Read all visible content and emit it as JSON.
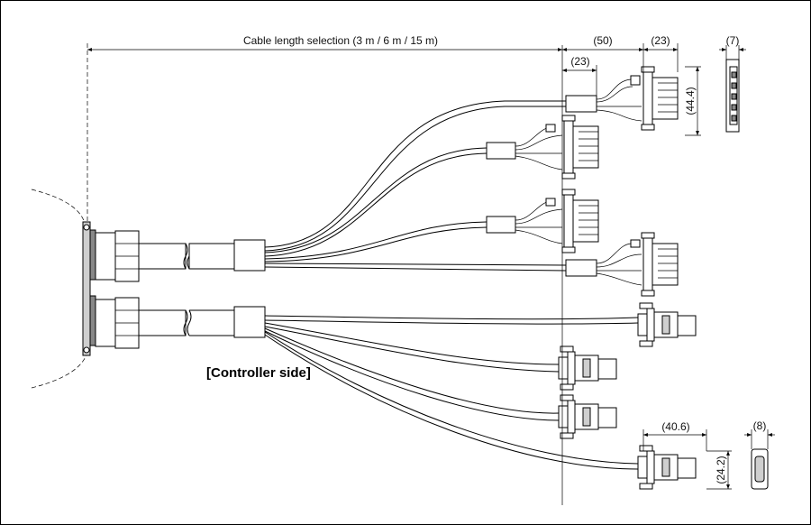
{
  "labels": {
    "cable_length": "Cable length selection (3 m / 6 m / 15 m)",
    "dim_50": "(50)",
    "dim_23_top": "(23)",
    "dim_23_inner": "(23)",
    "dim_7": "(7)",
    "dim_44_4": "(44.4)",
    "dim_40_6": "(40.6)",
    "dim_8": "(8)",
    "dim_24_2": "(24.2)",
    "controller_side": "[Controller side]"
  }
}
